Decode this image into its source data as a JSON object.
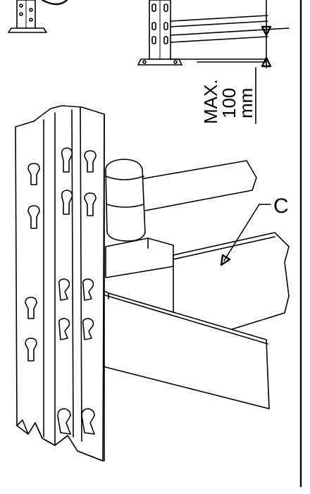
{
  "label_c": "C",
  "dimension": {
    "line1": "MAX.",
    "line2": "100",
    "line3": "mm"
  }
}
